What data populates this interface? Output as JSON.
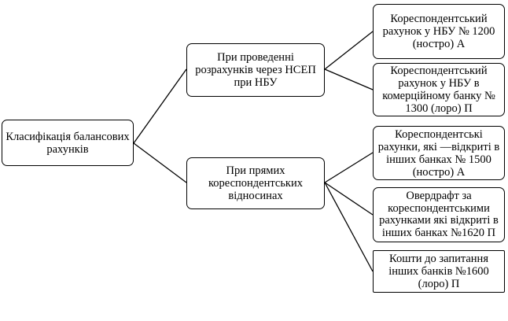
{
  "root": {
    "label": "Класифікація балансових рахунків"
  },
  "groups": [
    {
      "label": "При проведенні розрахунків через НСЕП при НБУ",
      "items": [
        "Кореспондентський рахунок у НБУ № 1200 (ностро) А",
        "Кореспондентський рахунок у НБУ в комерційному банку № 1300 (лоро) П"
      ]
    },
    {
      "label": "При прямих кореспондентських відносинах",
      "items": [
        "Кореспондентські рахунки, які —відкриті в інших банках № 1500 (ностро) А",
        "Овердрафт за кореспондентськими рахунками які відкриті в інших банках №1620 П",
        "Кошти до запитання інших банків №1600 (лоро) П"
      ]
    }
  ]
}
